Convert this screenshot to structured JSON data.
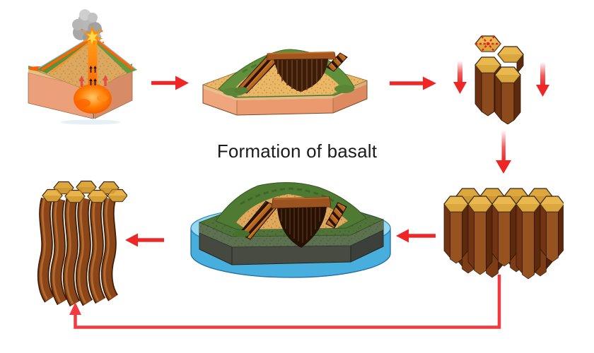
{
  "title": "Formation of basalt",
  "stages": [
    {
      "name": "erupting-volcano"
    },
    {
      "name": "cooling-lava-dome"
    },
    {
      "name": "hexagonal-contraction-columns"
    },
    {
      "name": "basalt-column-cluster"
    },
    {
      "name": "submerged-eroding-dome"
    },
    {
      "name": "curved-basalt-columns"
    }
  ],
  "colors": {
    "background": "#ffffff",
    "arrow_red": "#ee2626",
    "loop_red": "#f23b41",
    "hexagon_gold": "#e9b84e",
    "column_brown": "#8a4518",
    "sand": "#e9b765",
    "grass_green": "#628f3c",
    "water_blue": "#47aede",
    "magma_orange": "#ff7a00",
    "title_color": "#1b1b1b"
  }
}
